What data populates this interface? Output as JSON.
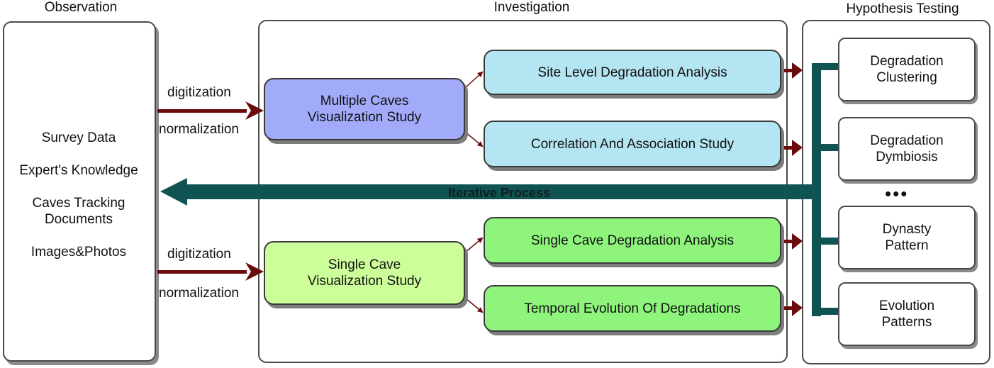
{
  "sections": {
    "observation": "Observation",
    "investigation": "Investigation",
    "hypothesis": "Hypothesis Testing"
  },
  "observation_items": [
    "Survey Data",
    "Expert's Knowledge",
    "Caves Tracking",
    "Documents",
    "Images&Photos"
  ],
  "edges": {
    "top_digitization": "digitization",
    "top_normalization": "normalization",
    "bottom_digitization": "digitization",
    "bottom_normalization": "normalization"
  },
  "studies": {
    "multiple": [
      "Multiple Caves",
      "Visualization Study"
    ],
    "single": [
      "Single Cave",
      "Visualization Study"
    ]
  },
  "analyses": {
    "site_level": "Site Level Degradation Analysis",
    "correlation": "Correlation And Association Study",
    "single_cave": "Single Cave Degradation Analysis",
    "temporal": "Temporal Evolution Of Degradations"
  },
  "iterative": "Iterative Process",
  "hypotheses": {
    "h1": [
      "Degradation",
      "Clustering"
    ],
    "h2": [
      "Degradation",
      "Dymbiosis"
    ],
    "ellipsis": "•••",
    "h3": [
      "Dynasty",
      "Pattern"
    ],
    "h4": [
      "Evolution",
      "Patterns"
    ]
  },
  "colors": {
    "multiple_study": "#a2abf9",
    "single_study": "#ccff99",
    "blue_analysis": "#b4e5f2",
    "green_analysis": "#8ef47c",
    "arrow": "#6b0b0b",
    "iterative": "#0f5453"
  }
}
